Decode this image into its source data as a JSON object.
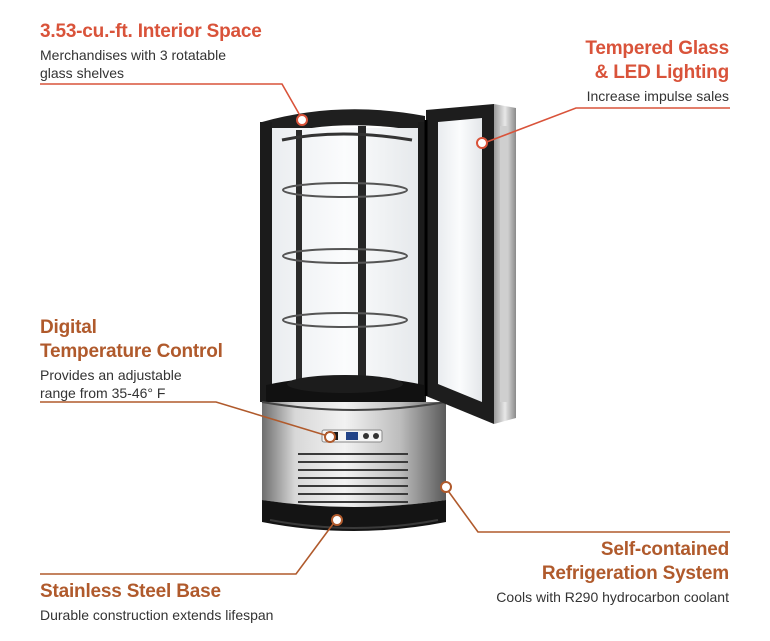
{
  "callouts": {
    "interior": {
      "title": "3.53-cu.-ft. Interior Space",
      "desc_line1": "Merchandises with 3 rotatable",
      "desc_line2": "glass shelves"
    },
    "glass": {
      "title_line1": "Tempered Glass",
      "title_line2": "& LED Lighting",
      "desc": "Increase impulse sales"
    },
    "temperature": {
      "title_line1": "Digital",
      "title_line2": "Temperature Control",
      "desc_line1": "Provides an adjustable",
      "desc_line2": "range from 35-46° F"
    },
    "base": {
      "title": "Stainless Steel Base",
      "desc": "Durable construction extends lifespan"
    },
    "refrigeration": {
      "title_line1": "Self-contained",
      "title_line2": "Refrigeration System",
      "desc": "Cools with R290 hydrocarbon coolant"
    }
  },
  "colors": {
    "red_accent": "#d9533a",
    "brown_accent": "#b05a2c",
    "text": "#333333"
  }
}
